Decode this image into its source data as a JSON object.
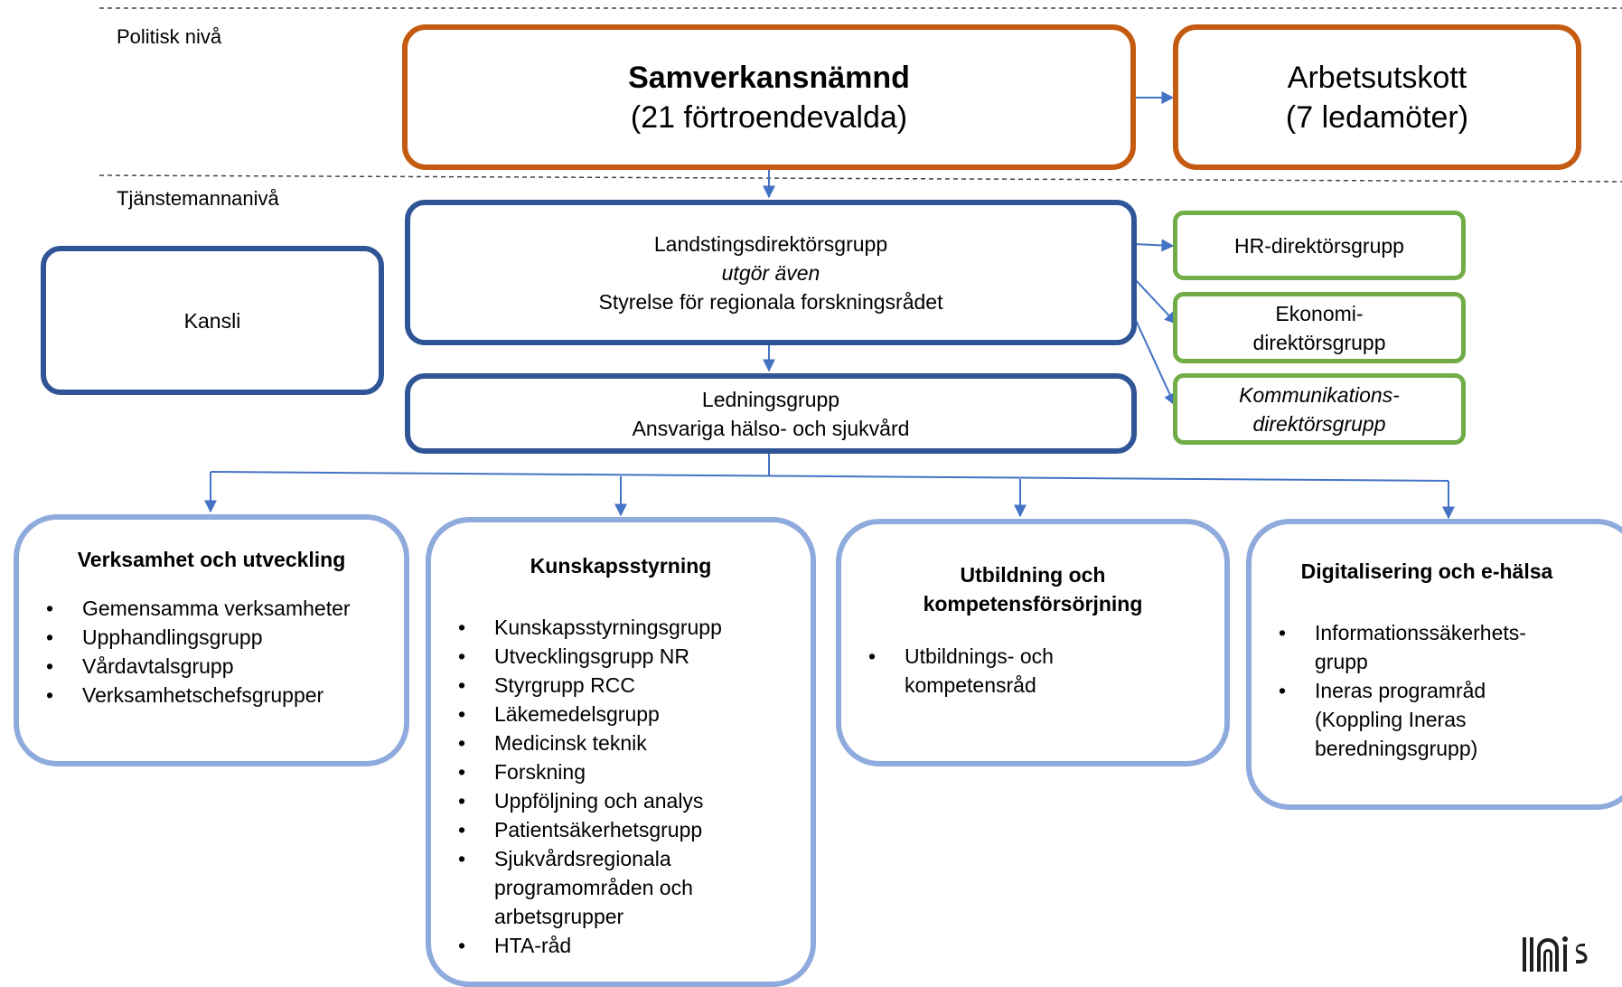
{
  "levels": {
    "political": "Politisk nivå",
    "official": "Tjänstemannanivå"
  },
  "samverkansnamnd": {
    "title": "Samverkansnämnd",
    "subtitle": "(21 förtroendevalda)"
  },
  "arbetsutskott": {
    "title": "Arbetsutskott",
    "subtitle": "(7 ledamöter)"
  },
  "kansli": {
    "label": "Kansli"
  },
  "landstingsdirektorsgrupp": {
    "line1": "Landstingsdirektörsgrupp",
    "line2": "utgör även",
    "line3": "Styrelse för regionala forskningsrådet"
  },
  "ledningsgrupp": {
    "line1": "Ledningsgrupp",
    "line2": "Ansvariga hälso- och sjukvård"
  },
  "hr": {
    "label": "HR-direktörsgrupp"
  },
  "ekonomi": {
    "line1": "Ekonomi-",
    "line2": "direktörsgrupp"
  },
  "kommunikation": {
    "line1": "Kommunikations-",
    "line2": "direktörsgrupp"
  },
  "panels": {
    "verksamhet": {
      "title": "Verksamhet och utveckling",
      "items": [
        "Gemensamma verksamheter",
        "Upphandlingsgrupp",
        "Vårdavtalsgrupp",
        "Verksamhetschefsgrupper"
      ]
    },
    "kunskap": {
      "title": "Kunskapsstyrning",
      "items": [
        "Kunskapsstyrningsgrupp",
        "Utvecklingsgrupp NR",
        "Styrgrupp RCC",
        "Läkemedelsgrupp",
        "Medicinsk teknik",
        "Forskning",
        "Uppföljning och analys",
        "Patientsäkerhetsgrupp",
        "Sjukvårdsregionala programområden och arbetsgrupper",
        "HTA-råd"
      ]
    },
    "utbildning": {
      "title": "Utbildning och kompetensförsörjning",
      "items": [
        "Utbildnings- och kompetensråd"
      ]
    },
    "digital": {
      "title": "Digitalisering och e-hälsa",
      "items": [
        "Informationssäkerhets-grupp",
        "Ineras programråd (Koppling Ineras beredningsgrupp)"
      ]
    }
  },
  "colors": {
    "political_border": "#c55a11",
    "official_border": "#2f5597",
    "director_groups_border": "#70ad47",
    "panel_border": "#8faadc",
    "connector": "#4472c4"
  }
}
